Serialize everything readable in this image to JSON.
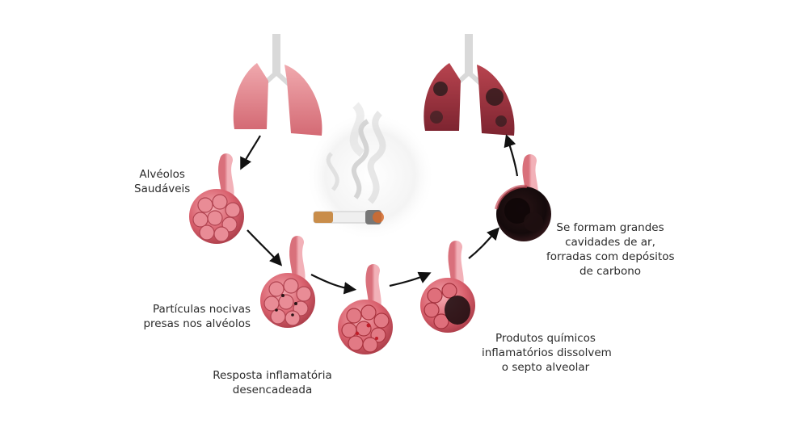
{
  "stages": {
    "healthy_alveoli": {
      "lines": [
        "Alvéolos",
        "Saudáveis"
      ]
    },
    "trapped_particles": {
      "lines": [
        "Partículas nocivas",
        "presas nos alvéolos"
      ]
    },
    "inflammatory_response": {
      "lines": [
        "Resposta inflamatória",
        "desencadeada"
      ]
    },
    "septum_dissolved": {
      "lines": [
        "Produtos químicos",
        "inflamatórios dissolvem",
        "o septo alveolar"
      ]
    },
    "air_cavities": {
      "lines": [
        "Se formam grandes",
        "cavidades de ar,",
        "forradas com depósitos",
        "de carbono"
      ]
    }
  },
  "colors": {
    "healthy_tissue": "#e07c86",
    "healthy_dark": "#b84a55",
    "diseased_tissue": "#8a2a36",
    "carbon": "#1a0f10",
    "arrow": "#111111",
    "trachea": "#d9d9d9"
  }
}
